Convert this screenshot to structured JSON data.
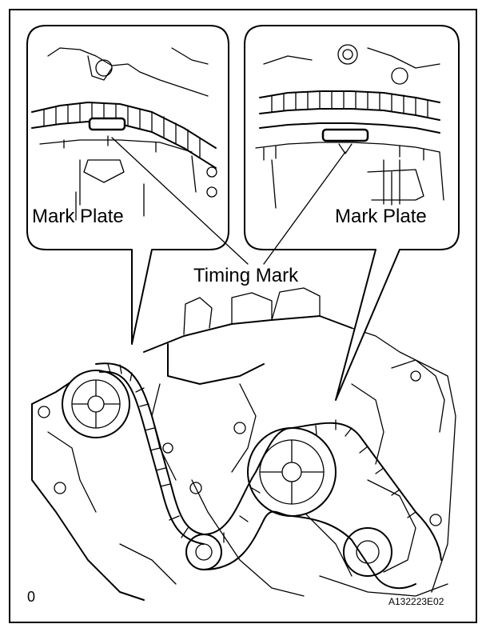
{
  "labels": {
    "mark_plate_left": "Mark Plate",
    "mark_plate_right": "Mark Plate",
    "timing_mark": "Timing Mark",
    "corner_mark": "0",
    "figure_id": "A132223E02"
  },
  "colors": {
    "ink": "#000000",
    "paper": "#ffffff"
  }
}
